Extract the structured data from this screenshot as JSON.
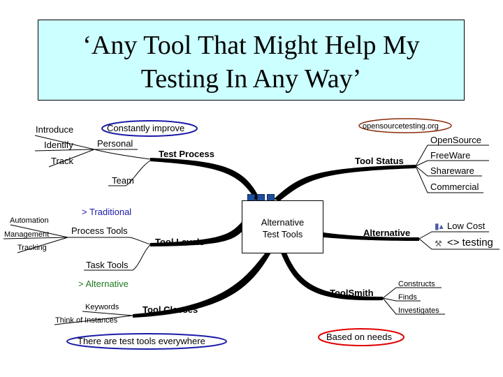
{
  "title": {
    "line1": "‘Any Tool That Might Help My",
    "line2": "Testing In Any Way’"
  },
  "center": {
    "line1": "Alternative",
    "line2": "Test Tools"
  },
  "branches": {
    "test_process": "Test Process",
    "introduce": "Introduce",
    "identify": "Identify",
    "track": "Track",
    "constantly_improve": "Constantly improve",
    "personal": "Personal",
    "team": "Team",
    "tool_levels": "Tool Levels",
    "traditional": "> Traditional",
    "process_tools": "Process Tools",
    "automation": "Automation",
    "management": "Management",
    "tracking": "Tracking",
    "task_tools": "Task Tools",
    "tool_classes": "Tool Classes",
    "alternative_left": "> Alternative",
    "keywords": "Keywords",
    "think_of_instances": "Think of Instances",
    "there_are_test_tools": "There are test tools everywhere",
    "tool_status": "Tool Status",
    "opensourcetesting": "opensourcetesting.org",
    "opensource": "OpenSource",
    "freeware": "FreeWare",
    "shareware": "Shareware",
    "commercial": "Commercial",
    "alternative_right": "Alternative",
    "low_cost": "Low Cost",
    "not_testing": "<> testing",
    "toolsmith": "ToolSmith",
    "constructs": "Constructs",
    "finds": "Finds",
    "investigates": "Investigates",
    "based_on_needs": "Based on needs"
  },
  "icons": {
    "low_cost": "factory-icon",
    "not_testing": "tools-icon"
  },
  "colors": {
    "title_bg": "#ccffff",
    "highlight_blue": "#1a1aa8",
    "highlight_red": "#e00000",
    "highlight_brown": "#8b2a0a",
    "traditional_text": "#1a1aa8",
    "alternative_text": "#1f7a1f",
    "center_tabs": "#1f4e9c"
  }
}
